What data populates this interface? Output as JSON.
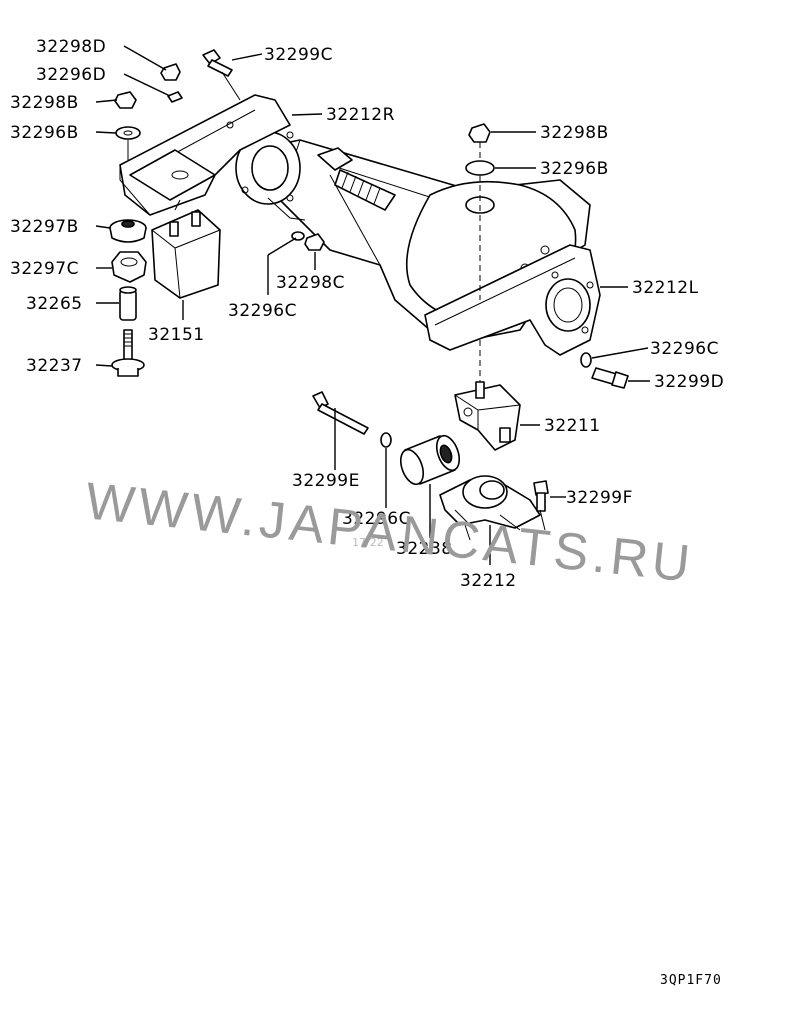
{
  "labels": {
    "p32298D": "32298D",
    "p32296D": "32296D",
    "p32298B_left": "32298B",
    "p32296B_left": "32296B",
    "p32297B": "32297B",
    "p32297C": "32297C",
    "p32265": "32265",
    "p32237": "32237",
    "p32151": "32151",
    "p32299C": "32299C",
    "p32212R": "32212R",
    "p32298B_right": "32298B",
    "p32296B_right": "32296B",
    "p32298C": "32298C",
    "p32296C_top": "32296C",
    "p32212L": "32212L",
    "p32296C_right": "32296C",
    "p32299D": "32299D",
    "p32211": "32211",
    "p32299E": "32299E",
    "p32296C_bottom": "32296C",
    "p32238": "32238",
    "p32299F": "32299F",
    "p32212": "32212"
  },
  "faint_label": "17/22",
  "watermark": "WWW.JAPANCATS.RU",
  "diagram_code": "3QP1F70"
}
